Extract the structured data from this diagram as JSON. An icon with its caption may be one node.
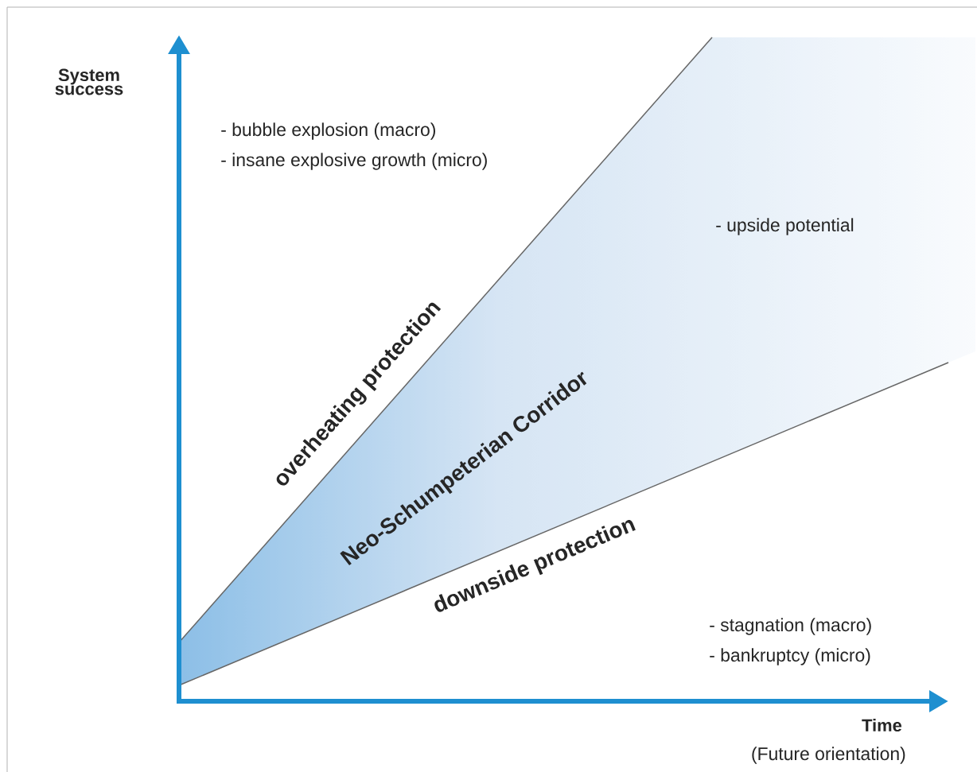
{
  "diagram": {
    "labels": [
      "System success",
      "- bubble explosion (macro)",
      "- insane explosive growth (micro)",
      "- upside potential",
      "overheating protection",
      "Neo-Schumpeterian Corridor",
      "downside protection",
      "- stagnation (macro)",
      "- bankruptcy (micro)",
      "Time",
      "(Future orientation)"
    ]
  }
}
